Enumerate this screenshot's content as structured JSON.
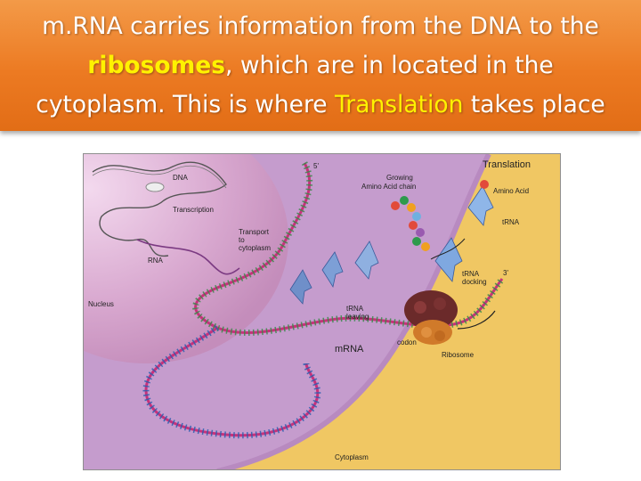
{
  "headline": {
    "part1": "m.RNA carries information from the DNA to the",
    "ribosomes": "ribosomes",
    "part2": ", which are in located in the",
    "part3": "cytoplasm. This is where",
    "translation": "Translation",
    "part4": "takes place"
  },
  "diagram": {
    "labels": {
      "dna": "DNA",
      "transcription": "Transcription",
      "transport_1": "Transport",
      "transport_2": "to",
      "transport_3": "cytoplasm",
      "rna": "RNA",
      "nucleus": "Nucleus",
      "five_prime": "5'",
      "three_prime": "3'",
      "translation": "Translation",
      "growing_1": "Growing",
      "growing_2": "Amino Acid chain",
      "amino_acid": "Amino Acid",
      "trna": "tRNA",
      "trna_docking_1": "tRNA",
      "trna_docking_2": "docking",
      "trna_leaving_1": "tRNA",
      "trna_leaving_2": "leaving",
      "codon": "codon",
      "mrna": "mRNA",
      "ribosome": "Ribosome",
      "cytoplasm": "Cytoplasm"
    }
  }
}
